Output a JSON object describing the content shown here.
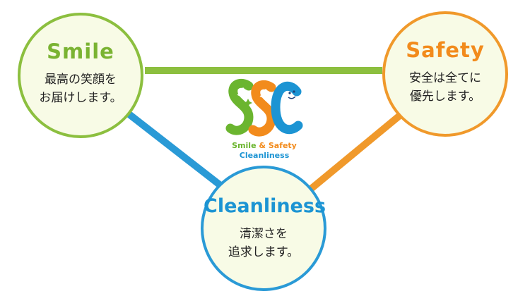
{
  "colors": {
    "smile": "#7ab332",
    "safety": "#f28b1c",
    "cleanliness": "#1c94d3",
    "node_fill": "#f8fbe6"
  },
  "nodes": {
    "smile": {
      "title": "Smile",
      "lines": [
        "最高の笑顔を",
        "お届けします。"
      ]
    },
    "safety": {
      "title": "Safety",
      "lines": [
        "安全は全てに",
        "優先します。"
      ]
    },
    "cleanliness": {
      "title": "Cleanliness",
      "lines": [
        "清潔さを",
        "追求します。"
      ]
    }
  },
  "logo": {
    "letters": "SSC",
    "line1_smile": "Smile",
    "line1_amp": "&",
    "line1_safety": "Safety",
    "line2": "Cleanliness"
  }
}
